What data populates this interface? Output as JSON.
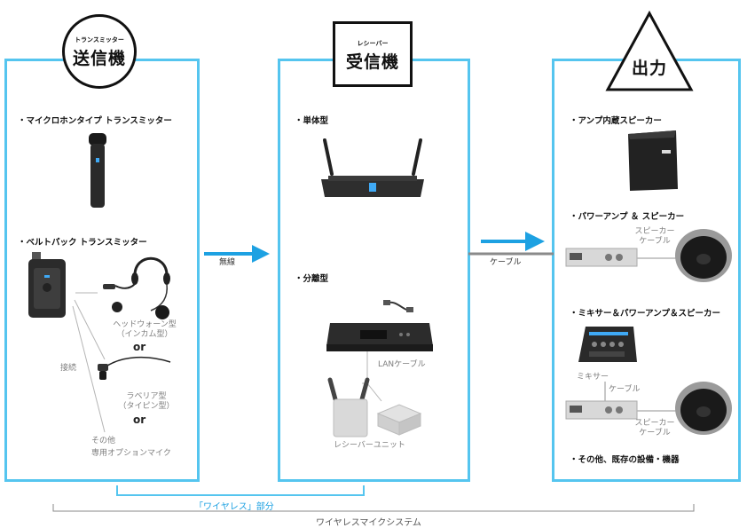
{
  "sections": {
    "transmitter": {
      "sub": "トランスミッター",
      "title": "送信機"
    },
    "receiver": {
      "sub": "レシーバー",
      "title": "受信機"
    },
    "output": {
      "title": "出力"
    }
  },
  "transmitter": {
    "item1": "・マイクロホンタイプ トランスミッター",
    "item2": "・ベルトパック トランスミッター",
    "headset_label": "ヘッドウォーン型\n（インカム型）",
    "or1": "or",
    "lavalier_label": "ラベリア型\n（タイピン型）",
    "or2": "or",
    "other_label": "その他\n専用オプションマイク",
    "connect_label": "接続"
  },
  "receiver": {
    "item1": "・単体型",
    "item2": "・分離型",
    "lan_label": "LANケーブル",
    "unit_label": "レシーバーユニット"
  },
  "output": {
    "item1": "・アンプ内蔵スピーカー",
    "item2": "・パワーアンプ ＆ スピーカー",
    "speaker_cable1": "スピーカー\nケーブル",
    "item3": "・ミキサー＆パワーアンプ＆スピーカー",
    "mixer_label": "ミキサー",
    "cable_label": "ケーブル",
    "speaker_cable2": "スピーカー\nケーブル",
    "item4": "・その他、既存の設備・機器"
  },
  "arrows": {
    "wireless": "無線",
    "cable": "ケーブル"
  },
  "footer": {
    "wireless_part": "「ワイヤレス」部分",
    "system": "ワイヤレスマイクシステム"
  },
  "colors": {
    "accent": "#55c5ef",
    "arrow": "#1da1e2",
    "gray_line": "#9a9a9a"
  }
}
